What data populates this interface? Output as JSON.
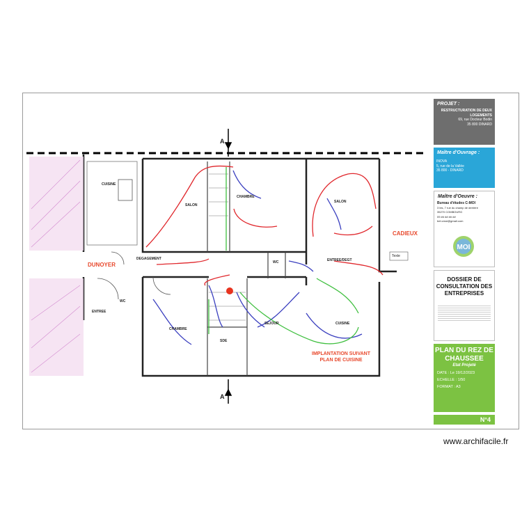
{
  "titleblock": {
    "projet_heading": "PROJET :",
    "projet_name": "RESTRUCTURATION DE DEUX LOGEMENTS",
    "projet_addr1": "69, rue Docteur Bodin",
    "projet_addr2": "35 800 DINARD",
    "mo_heading": "Maître d'Ouvrage :",
    "mo_name": "INOVA",
    "mo_addr1": "5, rue de la Vallée",
    "mo_addr2": "35 800 - DINARD",
    "moe_heading": "Maître d'Oeuvre :",
    "moe_name": "Bureau d'études C-MOI",
    "moe_addr1": "3 bis, 7 rue du champ de derrière",
    "moe_addr2": "35270 COMBOURG",
    "moe_tel": "09 ## ## ## ##",
    "moe_mail": "bet.cmoi@gmail.com",
    "logo_text": "MOI",
    "dce_title": "DOSSIER DE CONSULTATION DES ENTREPRISES",
    "plan_title": "PLAN DU REZ DE CHAUSSEE",
    "plan_sub": "Etat Projeté",
    "date": "DATE : Le 19/12/2023",
    "echelle": "ECHELLE : 1/50",
    "format": "FORMAT : A3",
    "number": "N°4"
  },
  "plan": {
    "section_top": "A",
    "section_bottom": "A",
    "neighbor_left": "DUNOYER",
    "neighbor_right": "CADIEUX",
    "kitchen_note": "IMPLANTATION SUIVANT PLAN DE CUISINE",
    "texte": "Texte",
    "rooms": {
      "cuisine_left": "CUISINE",
      "degagement": "DEGAGEMENT",
      "entree_left": "ENTREE",
      "wc_left": "WC",
      "salon_left": "SALON",
      "chambre_top": "CHAMBRE",
      "salon_right": "SALON",
      "entree_right": "ENTREE/DEGT",
      "wc_mid": "WC",
      "chambre_bottom": "CHAMBRE",
      "sejour": "SEJOUR",
      "cuisine_right": "CUISINE",
      "sde": "SDE"
    }
  },
  "colors": {
    "red_circuit": "#e0262b",
    "blue_circuit": "#3a3fbf",
    "green_circuit": "#3fbf3f",
    "plan_title_bg": "#7cc242",
    "mo_bg": "#2aa6d8",
    "projet_bg": "#6e6e6e"
  },
  "watermark": "www.archifacile.fr"
}
